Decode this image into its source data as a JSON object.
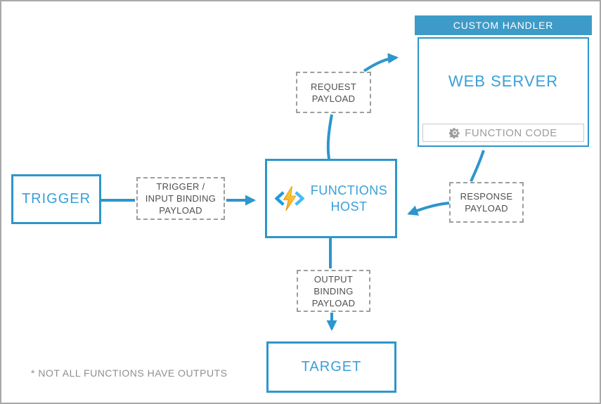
{
  "colors": {
    "accent_blue": "#2D96CC",
    "header_blue": "#3E9BC8",
    "text_blue": "#38A0D8",
    "dashed_border": "#9E9E9E",
    "dashed_text": "#4F4F4F",
    "muted_text": "#9C9C9C",
    "muted_border": "#C9C9C9",
    "footnote_text": "#8F8F8F",
    "frame_border": "#A9A9A9",
    "bolt_orange": "#F5A623",
    "bolt_yellow": "#FFD83D",
    "bracket_blue_left": "#1E9CE0",
    "bracket_blue_right": "#45BDF2"
  },
  "nodes": {
    "trigger": {
      "label": "TRIGGER"
    },
    "functions_host": {
      "line1": "FUNCTIONS",
      "line2": "HOST"
    },
    "target": {
      "label": "TARGET"
    },
    "custom_handler": {
      "header": "CUSTOM HANDLER",
      "web_server_label": "WEB SERVER",
      "function_code_label": "FUNCTION CODE"
    }
  },
  "payloads": {
    "trigger_input_binding": {
      "line1": "TRIGGER /",
      "line2": "INPUT BINDING",
      "line3": "PAYLOAD"
    },
    "request": {
      "line1": "REQUEST",
      "line2": "PAYLOAD"
    },
    "response": {
      "line1": "RESPONSE",
      "line2": "PAYLOAD"
    },
    "output_binding": {
      "line1": "OUTPUT",
      "line2": "BINDING",
      "line3": "PAYLOAD"
    }
  },
  "footnote": "* NOT ALL FUNCTIONS HAVE OUTPUTS"
}
